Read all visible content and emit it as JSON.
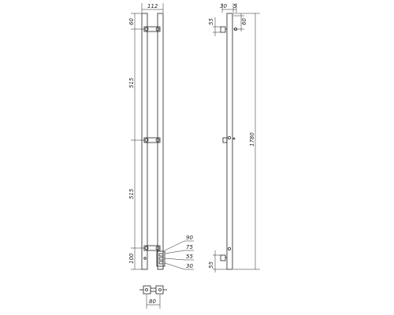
{
  "drawing": {
    "line_color": "#222222",
    "background": "#ffffff",
    "front_view": {
      "width_top": "112",
      "top_offset": "60",
      "segment_upper": "515",
      "segment_lower": "515",
      "bottom_offset": "100",
      "right_callouts": [
        "90",
        "75",
        "55",
        "30"
      ]
    },
    "side_view": {
      "top_depth": "30",
      "top_gap": "5",
      "bracket_height_top": "55",
      "bracket_depth": "60",
      "total_height": "1780",
      "bracket_height_bottom": "55"
    },
    "plan_view": {
      "width": "80"
    }
  }
}
